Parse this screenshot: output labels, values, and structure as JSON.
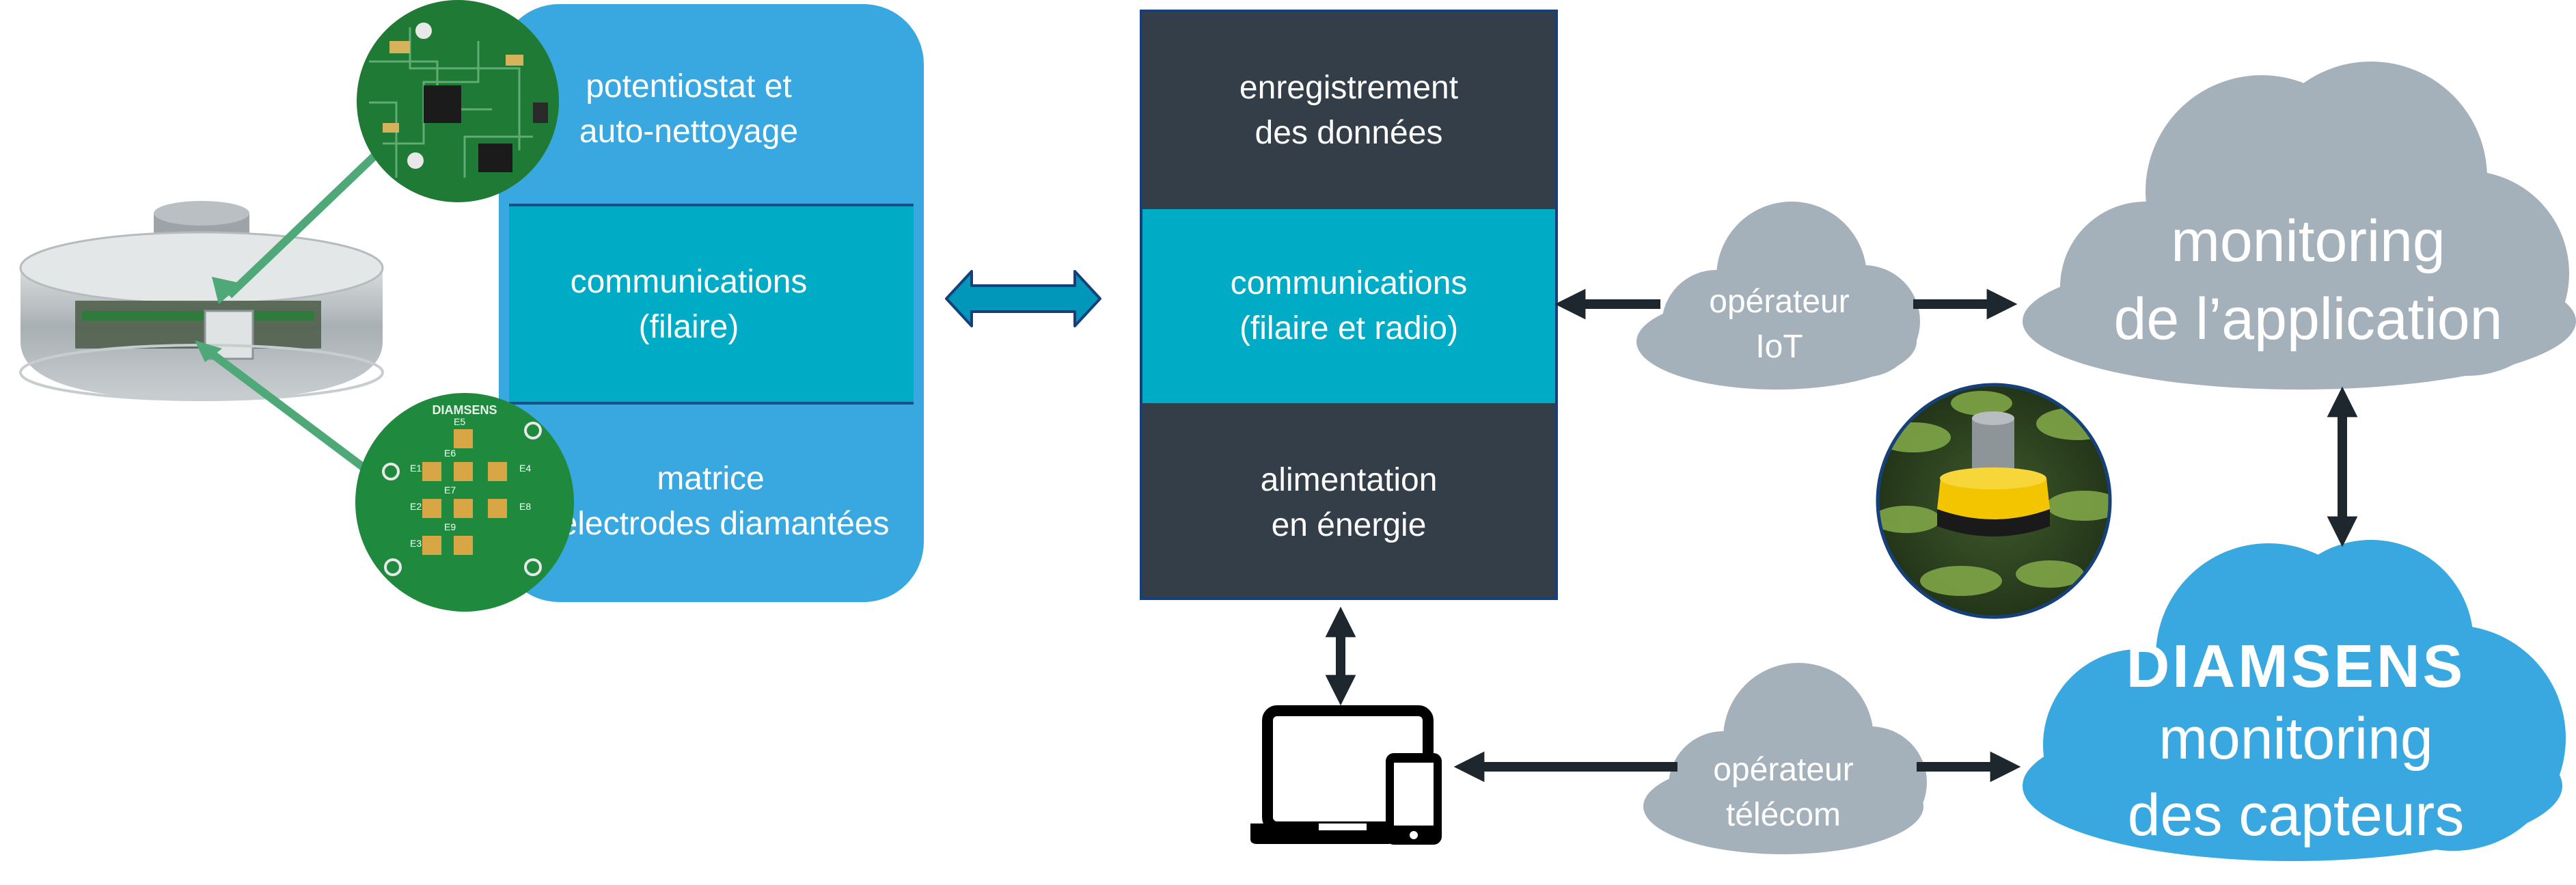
{
  "sensor_block": {
    "top_label_1": "potentiostat et",
    "top_label_2": "auto-nettoyage",
    "mid_label_1": "communications",
    "mid_label_2": "(filaire)",
    "bottom_label_1": "matrice",
    "bottom_label_2": "électrodes diamantées"
  },
  "gateway_block": {
    "top_label_1": "enregistrement",
    "top_label_2": "des données",
    "mid_label_1": "communications",
    "mid_label_2": "(filaire et radio)",
    "bottom_label_1": "alimentation",
    "bottom_label_2": "en énergie"
  },
  "clouds": {
    "iot_label_1": "opérateur",
    "iot_label_2": "IoT",
    "telecom_label_1": "opérateur",
    "telecom_label_2": "télécom",
    "app_label_1": "monitoring",
    "app_label_2": "de l’application",
    "diamsens_brand": "DIAMSENS",
    "diamsens_label_1": "monitoring",
    "diamsens_label_2": "des capteurs"
  },
  "pcb_brand": "DIAMSENS",
  "pcb_electrodes": [
    "E1",
    "E2",
    "E3",
    "E4",
    "E5",
    "E6",
    "E7",
    "E8",
    "E9"
  ],
  "colors": {
    "sensor_blue": "#3aa8e0",
    "teal": "#00abc6",
    "dark_slate": "#333e48",
    "cloud_gray": "#a4b1ba",
    "arrow_dark": "#1e272d",
    "pcb_green": "#1f8a3d",
    "connector_green": "#4fa878"
  }
}
